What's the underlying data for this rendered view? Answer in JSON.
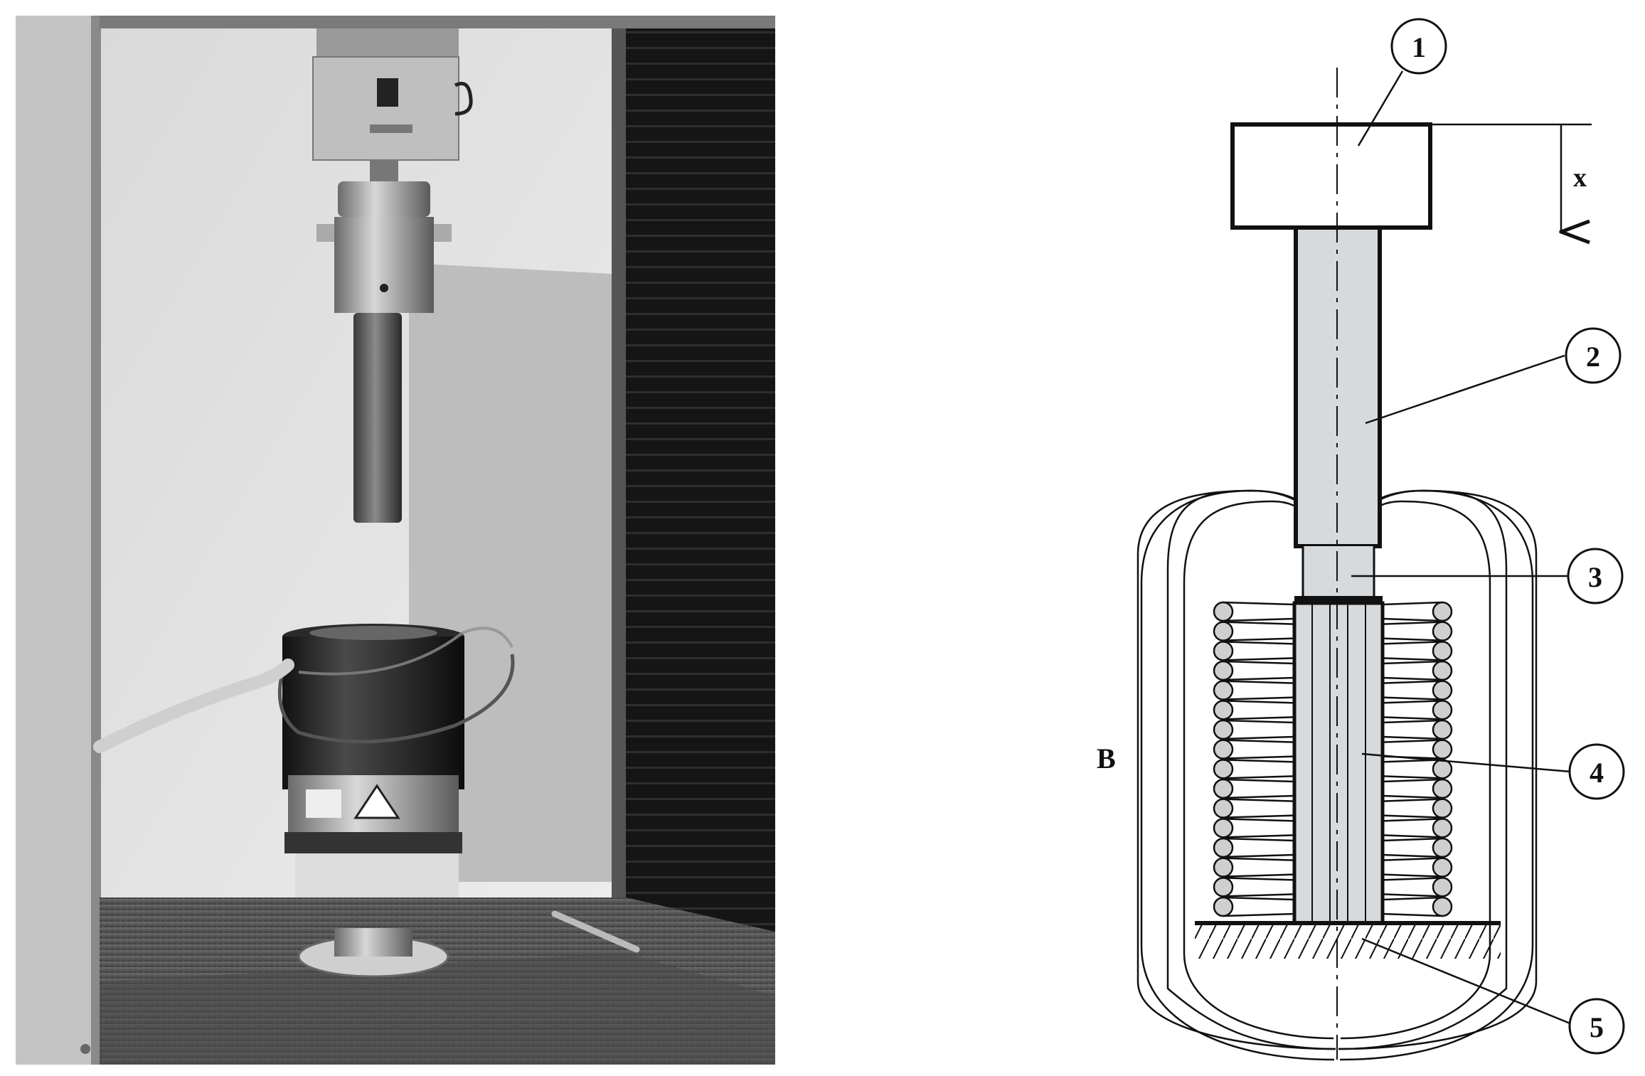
{
  "diagram": {
    "callouts": [
      "1",
      "2",
      "3",
      "4",
      "5"
    ],
    "axis_label": "x",
    "field_label": "B"
  },
  "colors": {
    "ink": "#111111",
    "sample_fill": "#d6dadd",
    "photo_dark": "#1c1c1c",
    "photo_wall": "#e3e3e3"
  }
}
